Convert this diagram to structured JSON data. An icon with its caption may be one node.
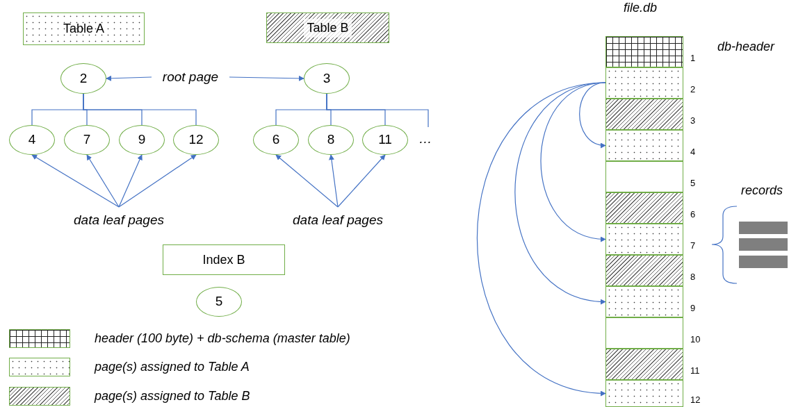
{
  "diagram": {
    "nodes": [
      {
        "text": [
          "Table A"
        ]
      },
      {
        "text": [
          "Table B"
        ]
      },
      {
        "text": [
          "2"
        ]
      },
      {
        "text": [
          "root page"
        ]
      },
      {
        "text": [
          "3"
        ]
      },
      {
        "text": [
          "4"
        ]
      },
      {
        "text": [
          "7"
        ]
      },
      {
        "text": [
          "9"
        ]
      },
      {
        "text": [
          "12"
        ]
      },
      {
        "text": [
          "6"
        ]
      },
      {
        "text": [
          "8"
        ]
      },
      {
        "text": [
          "11"
        ]
      },
      {
        "text": [
          "…"
        ]
      },
      {
        "text": [
          "data leaf pages"
        ]
      },
      {
        "text": [
          "data leaf pages"
        ]
      },
      {
        "text": [
          "Index B"
        ]
      },
      {
        "text": [
          "5"
        ]
      },
      {
        "text": [],
        "shape": "box",
        "beside": [
          "1"
        ]
      },
      {
        "text": [],
        "shape": "box",
        "beside": [
          "2"
        ]
      },
      {
        "text": [],
        "shape": "box",
        "beside": [
          "3"
        ]
      },
      {
        "text": [],
        "shape": "box",
        "beside": [
          "4"
        ]
      },
      {
        "text": [],
        "shape": "box",
        "beside": [
          "5"
        ]
      },
      {
        "text": [],
        "shape": "box",
        "beside": [
          "6"
        ]
      },
      {
        "text": [],
        "shape": "box",
        "beside": [
          "7"
        ]
      },
      {
        "text": [],
        "shape": "box",
        "beside": [
          "8"
        ]
      },
      {
        "text": [],
        "shape": "box",
        "beside": [
          "9"
        ]
      },
      {
        "text": [],
        "shape": "box",
        "beside": [
          "10"
        ]
      },
      {
        "text": [],
        "shape": "box",
        "beside": [
          "11"
        ]
      },
      {
        "text": [],
        "shape": "box",
        "beside": [
          "12"
        ]
      }
    ],
    "edges": [
      {
        "from": 3,
        "to": 2,
        "arrow": "to"
      },
      {
        "from": 3,
        "to": 4,
        "arrow": "to"
      },
      {
        "from": 2,
        "to": 5,
        "arrow": "none"
      },
      {
        "from": 2,
        "to": 6,
        "arrow": "none"
      },
      {
        "from": 2,
        "to": 7,
        "arrow": "none"
      },
      {
        "from": 2,
        "to": 8,
        "arrow": "none"
      },
      {
        "from": 4,
        "to": 9,
        "arrow": "none"
      },
      {
        "from": 4,
        "to": 10,
        "arrow": "none"
      },
      {
        "from": 4,
        "to": 11,
        "arrow": "none"
      },
      {
        "from": 4,
        "to": 12,
        "arrow": "none"
      },
      {
        "from": 13,
        "to": 5,
        "arrow": "to"
      },
      {
        "from": 13,
        "to": 6,
        "arrow": "to"
      },
      {
        "from": 13,
        "to": 7,
        "arrow": "to"
      },
      {
        "from": 13,
        "to": 8,
        "arrow": "to"
      },
      {
        "from": 14,
        "to": 9,
        "arrow": "to"
      },
      {
        "from": 14,
        "to": 10,
        "arrow": "to"
      },
      {
        "from": 14,
        "to": 11,
        "arrow": "to"
      },
      {
        "from": 18,
        "to": 20,
        "arrow": "to"
      },
      {
        "from": 18,
        "to": 23,
        "arrow": "to"
      },
      {
        "from": 18,
        "to": 25,
        "arrow": "to"
      },
      {
        "from": 18,
        "to": 28,
        "arrow": "to"
      }
    ],
    "labels": [
      "file.db",
      "db-header",
      "records"
    ],
    "legend": [
      {
        "text": "header (100 byte) + db-schema (master table)"
      },
      {
        "text": "page(s) assigned to Table A"
      },
      {
        "text": "page(s) assigned to Table B"
      }
    ]
  }
}
